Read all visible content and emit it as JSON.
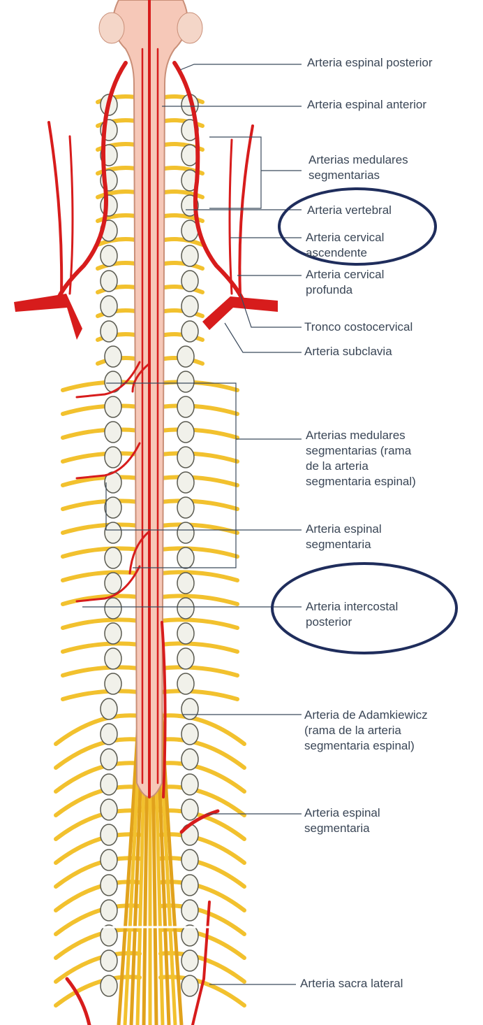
{
  "colors": {
    "artery": "#d71c1c",
    "artery_light": "#f08a7a",
    "nerve": "#f2c12e",
    "nerve_dark": "#e1a21c",
    "cord": "#f6c8b8",
    "vertebra": "#f1f1ea",
    "leader": "#3b4a5c",
    "highlight_ring": "#1f2d5c"
  },
  "labels": [
    {
      "id": "arteria-espinal-posterior",
      "lines": [
        "Arteria espinal posterior"
      ]
    },
    {
      "id": "arteria-espinal-anterior",
      "lines": [
        "Arteria espinal anterior"
      ]
    },
    {
      "id": "arterias-medulares-segmentarias-cervical",
      "lines": [
        "Arterias medulares",
        "segmentarias"
      ]
    },
    {
      "id": "arteria-vertebral",
      "lines": [
        "Arteria vertebral"
      ],
      "highlighted": true
    },
    {
      "id": "arteria-cervical-ascendente",
      "lines": [
        "Arteria cervical",
        "ascendente"
      ],
      "highlighted": true
    },
    {
      "id": "arteria-cervical-profunda",
      "lines": [
        "Arteria cervical",
        "profunda"
      ]
    },
    {
      "id": "tronco-costocervical",
      "lines": [
        "Tronco costocervical"
      ]
    },
    {
      "id": "arteria-subclavia",
      "lines": [
        "Arteria subclavia"
      ]
    },
    {
      "id": "arterias-medulares-segmentarias-toracica",
      "lines": [
        "Arterias medulares",
        "segmentarias (rama",
        "de la arteria",
        "segmentaria espinal)"
      ]
    },
    {
      "id": "arteria-espinal-segmentaria-toracica",
      "lines": [
        "Arteria espinal",
        "segmentaria"
      ]
    },
    {
      "id": "arteria-intercostal-posterior",
      "lines": [
        "Arteria intercostal",
        "posterior"
      ],
      "highlighted": true
    },
    {
      "id": "arteria-de-adamkiewicz",
      "lines": [
        "Arteria de Adamkiewicz",
        "(rama de la arteria",
        "segmentaria espinal)"
      ]
    },
    {
      "id": "arteria-espinal-segmentaria-lumbar",
      "lines": [
        "Arteria espinal",
        "segmentaria"
      ]
    },
    {
      "id": "arteria-sacra-lateral",
      "lines": [
        "Arteria sacra lateral"
      ]
    }
  ]
}
